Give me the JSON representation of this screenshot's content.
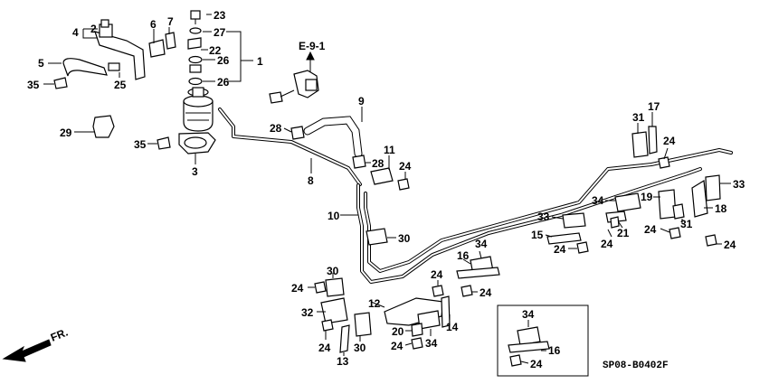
{
  "diagram": {
    "ref_label": "E-9-1",
    "drawing_code": "SP08-B0402F",
    "direction_label": "FR.",
    "callouts": {
      "c23": "23",
      "c27": "27",
      "c22": "22",
      "c26a": "26",
      "c26b": "26",
      "c1": "1",
      "c2": "2",
      "c4": "4",
      "c6": "6",
      "c7": "7",
      "c5": "5",
      "c35a": "35",
      "c25": "25",
      "c29": "29",
      "c35b": "35",
      "c3": "3",
      "c28a": "28",
      "c8": "8",
      "c9": "9",
      "c11": "11",
      "c28b": "28",
      "c24a": "24",
      "c10": "10",
      "c30a": "30",
      "c17": "17",
      "c31a": "31",
      "c24b": "24",
      "c33a": "33",
      "c19": "19",
      "c18": "18",
      "c31b": "31",
      "c24c": "24",
      "c24d": "24",
      "c34a": "34",
      "c33b": "33",
      "c21": "21",
      "c15": "15",
      "c24e": "24",
      "c16a": "16",
      "c34b": "34",
      "c24f": "24",
      "c24g": "24",
      "c30b": "30",
      "c24h": "24",
      "c12": "12",
      "c32": "32",
      "c14": "14",
      "c20": "20",
      "c24i": "24",
      "c34c": "34",
      "c13": "13",
      "c30c": "30",
      "c24j": "24",
      "c34d": "34",
      "c16b": "16",
      "c24k": "24"
    }
  }
}
